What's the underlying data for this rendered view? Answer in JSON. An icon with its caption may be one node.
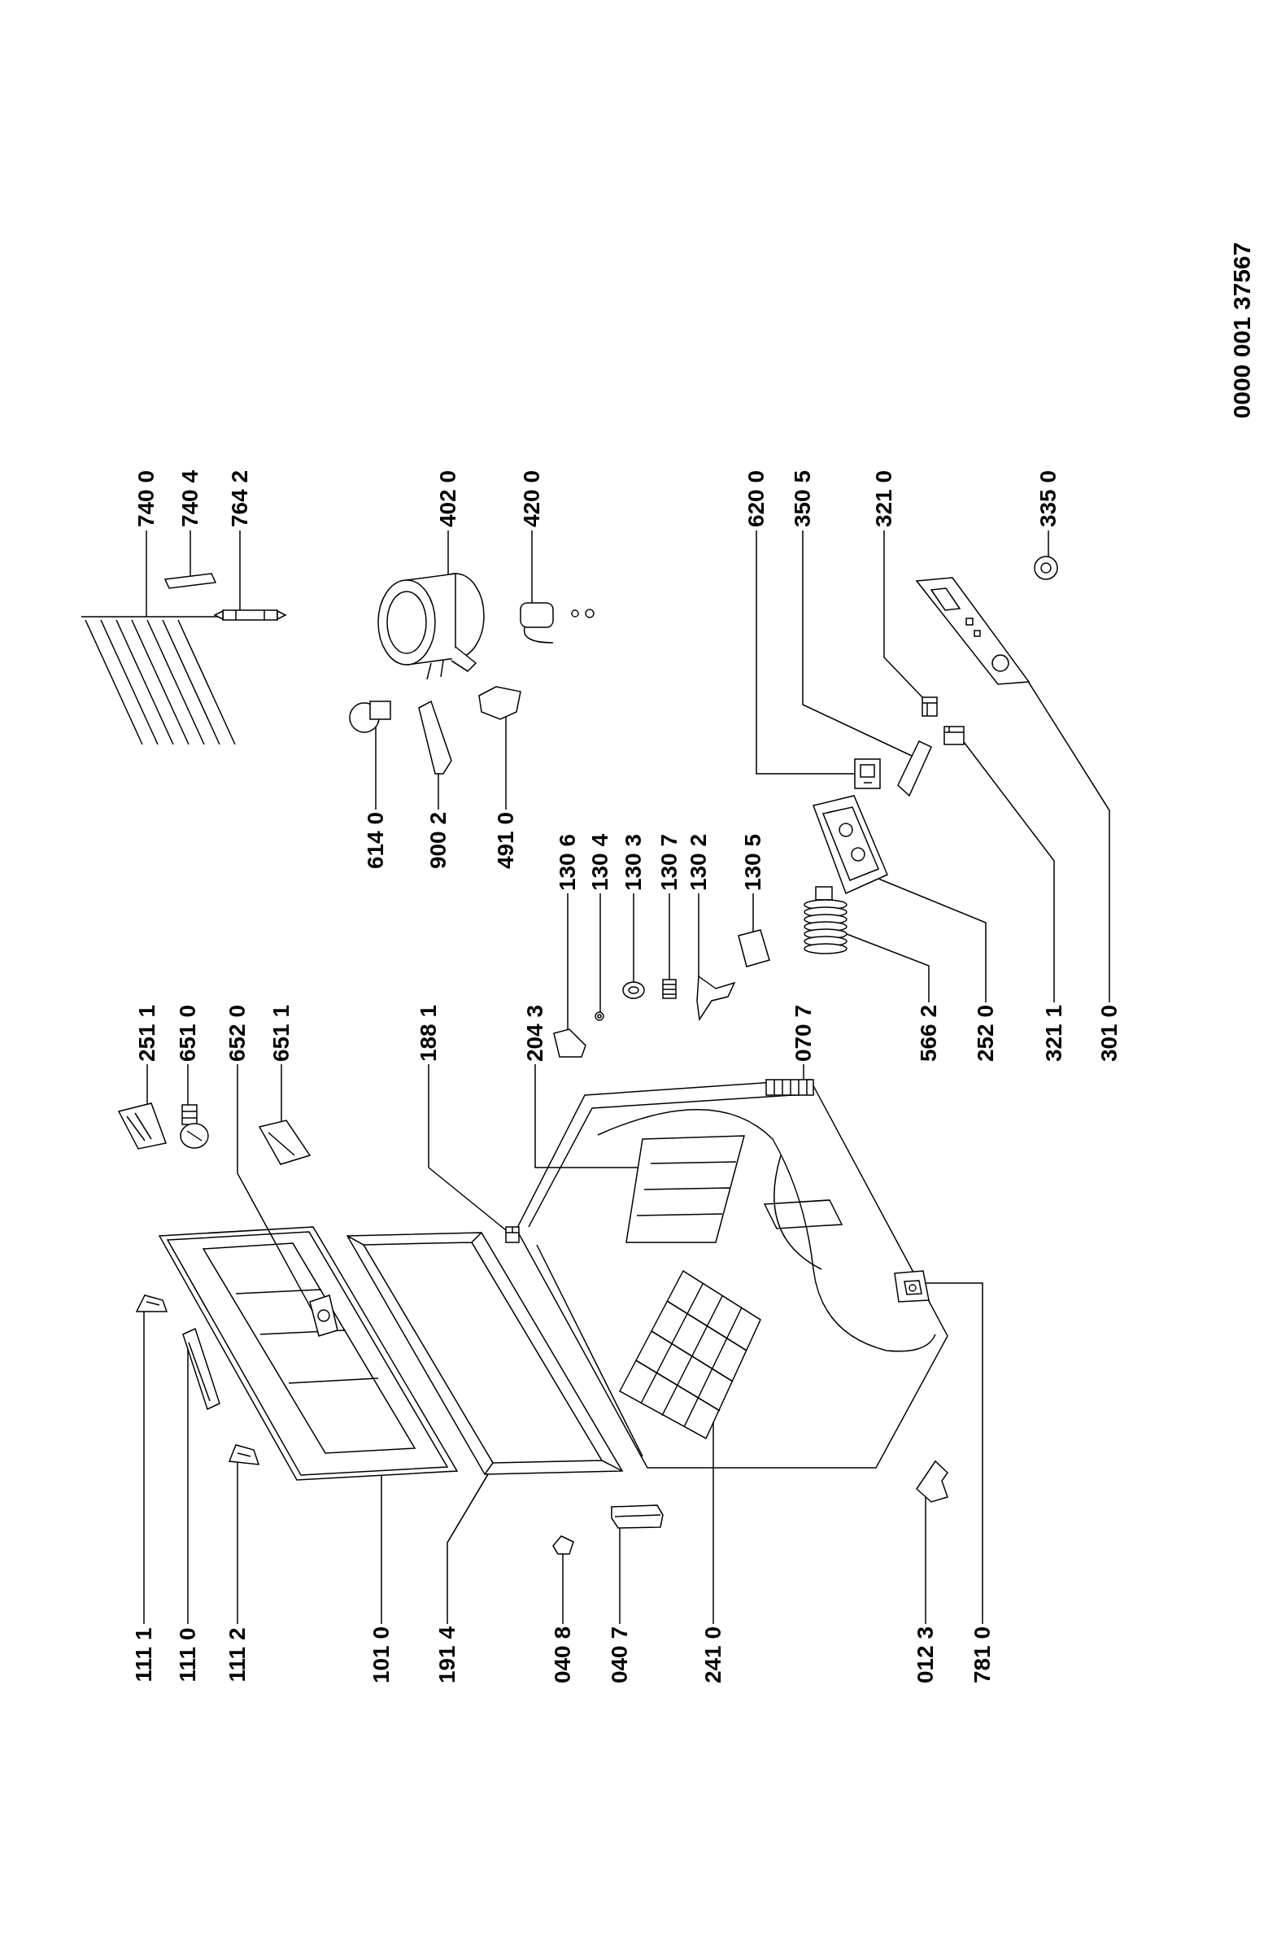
{
  "diagram": {
    "nodes": [
      {
        "text": [
          "111 1"
        ]
      },
      {
        "text": [],
        "shape": "picture"
      },
      {
        "text": [
          "111 0"
        ]
      },
      {
        "text": [],
        "shape": "picture"
      },
      {
        "text": [
          "111 2"
        ]
      },
      {
        "text": [],
        "shape": "picture"
      },
      {
        "text": [
          "101 0"
        ]
      },
      {
        "text": [],
        "shape": "picture"
      },
      {
        "text": [
          "191 4"
        ]
      },
      {
        "text": [],
        "shape": "picture"
      },
      {
        "text": [
          "040 8"
        ]
      },
      {
        "text": [],
        "shape": "picture"
      },
      {
        "text": [
          "040 7"
        ]
      },
      {
        "text": [],
        "shape": "picture"
      },
      {
        "text": [
          "241 0"
        ]
      },
      {
        "text": [],
        "shape": "picture"
      },
      {
        "text": [
          "012 3"
        ]
      },
      {
        "text": [],
        "shape": "picture"
      },
      {
        "text": [
          "781 0"
        ]
      },
      {
        "text": [],
        "shape": "picture"
      },
      {
        "text": [
          "251 1"
        ]
      },
      {
        "text": [],
        "shape": "picture"
      },
      {
        "text": [
          "651 0"
        ]
      },
      {
        "text": [],
        "shape": "picture"
      },
      {
        "text": [
          "652 0"
        ]
      },
      {
        "text": [],
        "shape": "picture",
        "in": 7
      },
      {
        "text": [
          "651 1"
        ]
      },
      {
        "text": [],
        "shape": "picture"
      },
      {
        "text": [
          "188 1"
        ]
      },
      {
        "text": [],
        "shape": "picture"
      },
      {
        "text": [
          "204 3"
        ]
      },
      {
        "text": [],
        "shape": "picture"
      },
      {
        "text": [
          "070 7"
        ]
      },
      {
        "text": [],
        "shape": "picture"
      },
      {
        "text": [
          "566 2"
        ]
      },
      {
        "text": [],
        "shape": "picture"
      },
      {
        "text": [
          "252 0"
        ]
      },
      {
        "text": [],
        "shape": "picture"
      },
      {
        "text": [
          "321 1"
        ]
      },
      {
        "text": [],
        "shape": "picture"
      },
      {
        "text": [
          "301 0"
        ]
      },
      {
        "text": [],
        "shape": "picture"
      },
      {
        "text": [
          "130 6"
        ]
      },
      {
        "text": [],
        "shape": "picture"
      },
      {
        "text": [
          "130 4"
        ]
      },
      {
        "text": [],
        "shape": "picture"
      },
      {
        "text": [
          "130 3"
        ]
      },
      {
        "text": [],
        "shape": "picture"
      },
      {
        "text": [
          "130 7"
        ]
      },
      {
        "text": [],
        "shape": "picture"
      },
      {
        "text": [
          "130 2"
        ]
      },
      {
        "text": [],
        "shape": "picture"
      },
      {
        "text": [
          "130 5"
        ]
      },
      {
        "text": [],
        "shape": "picture"
      },
      {
        "text": [
          "614 0"
        ]
      },
      {
        "text": [],
        "shape": "picture"
      },
      {
        "text": [
          "900 2"
        ]
      },
      {
        "text": [],
        "shape": "picture"
      },
      {
        "text": [
          "491 0"
        ]
      },
      {
        "text": [],
        "shape": "picture"
      },
      {
        "text": [
          "740 0"
        ]
      },
      {
        "text": [],
        "shape": "picture"
      },
      {
        "text": [
          "740 4"
        ]
      },
      {
        "text": [],
        "shape": "picture"
      },
      {
        "text": [
          "764 2"
        ]
      },
      {
        "text": [],
        "shape": "picture"
      },
      {
        "text": [
          "402 0"
        ]
      },
      {
        "text": [],
        "shape": "picture"
      },
      {
        "text": [
          "420 0"
        ]
      },
      {
        "text": [],
        "shape": "picture"
      },
      {
        "text": [
          "620 0"
        ]
      },
      {
        "text": [],
        "shape": "picture"
      },
      {
        "text": [
          "350 5"
        ]
      },
      {
        "text": [],
        "shape": "picture"
      },
      {
        "text": [
          "321 0"
        ]
      },
      {
        "text": [],
        "shape": "picture"
      },
      {
        "text": [
          "335 0"
        ]
      },
      {
        "text": [],
        "shape": "picture"
      }
    ],
    "edges": [
      {
        "from": 0,
        "to": 1,
        "arrow": "none"
      },
      {
        "from": 2,
        "to": 3,
        "arrow": "none"
      },
      {
        "from": 4,
        "to": 5,
        "arrow": "none"
      },
      {
        "from": 6,
        "to": 7,
        "arrow": "none"
      },
      {
        "from": 8,
        "to": 9,
        "arrow": "none"
      },
      {
        "from": 10,
        "to": 11,
        "arrow": "none"
      },
      {
        "from": 12,
        "to": 13,
        "arrow": "none"
      },
      {
        "from": 14,
        "to": 15,
        "arrow": "none"
      },
      {
        "from": 16,
        "to": 17,
        "arrow": "none"
      },
      {
        "from": 18,
        "to": 19,
        "arrow": "none"
      },
      {
        "from": 20,
        "to": 21,
        "arrow": "none"
      },
      {
        "from": 22,
        "to": 23,
        "arrow": "none"
      },
      {
        "from": 24,
        "to": 25,
        "arrow": "none"
      },
      {
        "from": 26,
        "to": 27,
        "arrow": "none"
      },
      {
        "from": 28,
        "to": 29,
        "arrow": "none"
      },
      {
        "from": 30,
        "to": 31,
        "arrow": "none"
      },
      {
        "from": 32,
        "to": 33,
        "arrow": "none"
      },
      {
        "from": 34,
        "to": 35,
        "arrow": "none"
      },
      {
        "from": 36,
        "to": 37,
        "arrow": "none"
      },
      {
        "from": 38,
        "to": 39,
        "arrow": "none"
      },
      {
        "from": 40,
        "to": 41,
        "arrow": "none"
      },
      {
        "from": 42,
        "to": 43,
        "arrow": "none"
      },
      {
        "from": 44,
        "to": 45,
        "arrow": "none"
      },
      {
        "from": 46,
        "to": 47,
        "arrow": "none"
      },
      {
        "from": 48,
        "to": 49,
        "arrow": "none"
      },
      {
        "from": 50,
        "to": 51,
        "arrow": "none"
      },
      {
        "from": 52,
        "to": 53,
        "arrow": "none"
      },
      {
        "from": 54,
        "to": 55,
        "arrow": "none"
      },
      {
        "from": 56,
        "to": 57,
        "arrow": "none"
      },
      {
        "from": 58,
        "to": 59,
        "arrow": "none"
      },
      {
        "from": 60,
        "to": 61,
        "arrow": "none"
      },
      {
        "from": 62,
        "to": 63,
        "arrow": "none"
      },
      {
        "from": 64,
        "to": 65,
        "arrow": "none"
      },
      {
        "from": 66,
        "to": 67,
        "arrow": "none"
      },
      {
        "from": 68,
        "to": 69,
        "arrow": "none"
      },
      {
        "from": 70,
        "to": 71,
        "arrow": "none"
      },
      {
        "from": 72,
        "to": 73,
        "arrow": "none"
      },
      {
        "from": 74,
        "to": 75,
        "arrow": "none"
      },
      {
        "from": 76,
        "to": 77,
        "arrow": "none"
      }
    ],
    "labels": [
      "0000 001 37567"
    ]
  }
}
